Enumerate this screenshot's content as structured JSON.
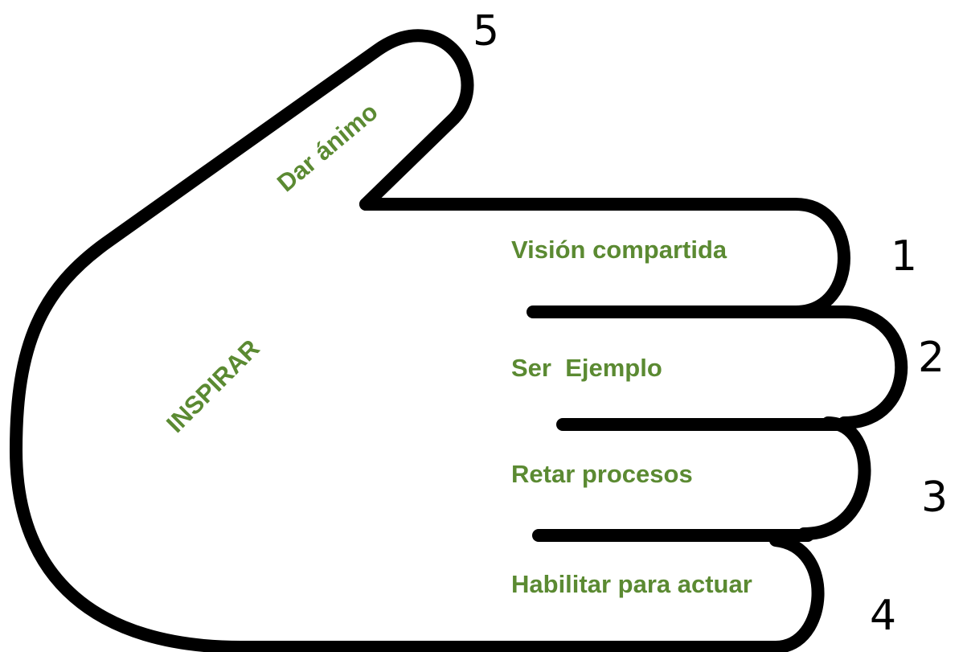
{
  "colors": {
    "label_green": "#5b8a32",
    "outline": "#000000"
  },
  "diagram": {
    "thumb_label": "Dar ánimo",
    "palm_label": "INSPIRAR",
    "fingers": [
      {
        "label": "Visión compartida",
        "number": "1"
      },
      {
        "label": "Ser  Ejemplo",
        "number": "2"
      },
      {
        "label": "Retar procesos",
        "number": "3"
      },
      {
        "label": "Habilitar para actuar",
        "number": "4"
      }
    ],
    "thumb_number": "5"
  }
}
